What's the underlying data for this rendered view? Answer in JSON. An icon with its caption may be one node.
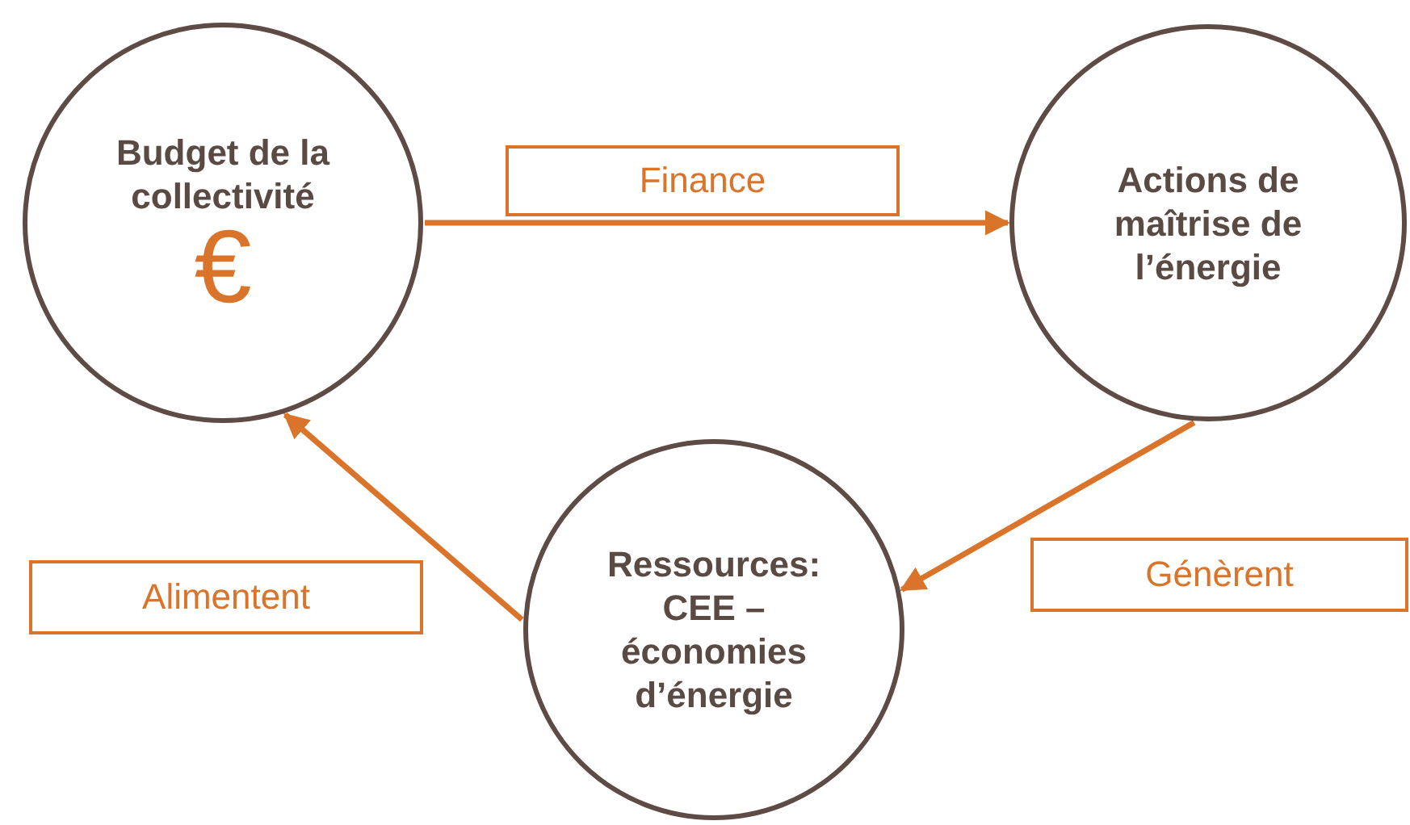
{
  "diagram": {
    "nodes": [
      {
        "text": [
          "Budget de la collectivité",
          "€"
        ]
      },
      {
        "text": [
          "Actions de maîtrise de l’énergie"
        ]
      },
      {
        "text": [
          "Ressources: CEE – économies d’énergie"
        ]
      }
    ],
    "edges": [
      {
        "from": 0,
        "to": 1,
        "arrow": "to",
        "label": "Finance"
      },
      {
        "from": 1,
        "to": 2,
        "arrow": "to",
        "label": "Génèrent"
      },
      {
        "from": 2,
        "to": 0,
        "arrow": "to",
        "label": "Alimentent"
      }
    ]
  }
}
